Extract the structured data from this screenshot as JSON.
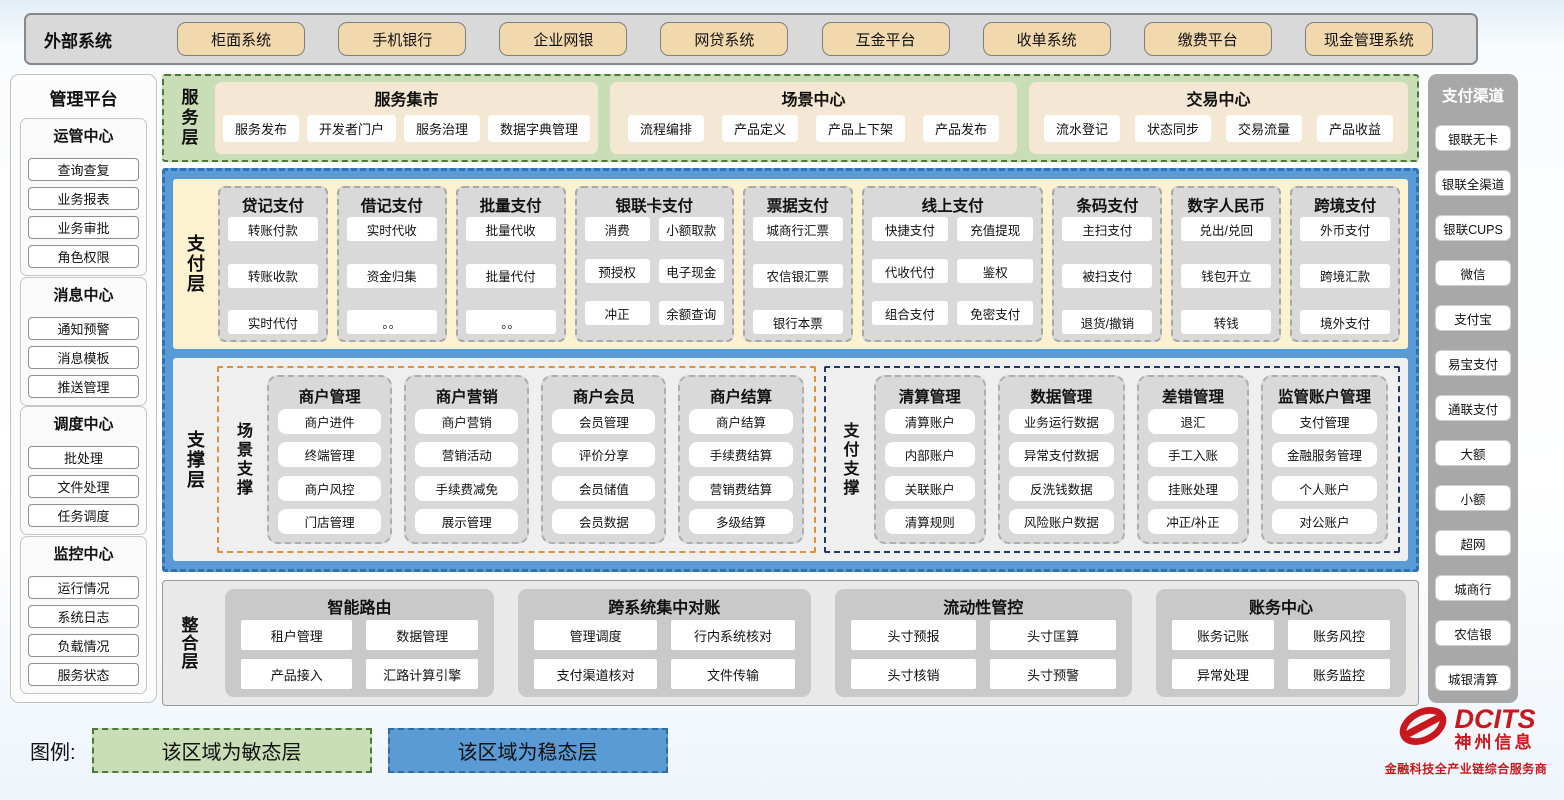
{
  "external": {
    "label": "外部系统",
    "items": [
      "柜面系统",
      "手机银行",
      "企业网银",
      "网贷系统",
      "互金平台",
      "收单系统",
      "缴费平台",
      "现金管理系统"
    ]
  },
  "mgmt": {
    "title": "管理平台",
    "sections": [
      {
        "title": "运管中心",
        "items": [
          "查询查复",
          "业务报表",
          "业务审批",
          "角色权限"
        ]
      },
      {
        "title": "消息中心",
        "items": [
          "通知预警",
          "消息模板",
          "推送管理"
        ]
      },
      {
        "title": "调度中心",
        "items": [
          "批处理",
          "文件处理",
          "任务调度"
        ]
      },
      {
        "title": "监控中心",
        "items": [
          "运行情况",
          "系统日志",
          "负载情况",
          "服务状态"
        ]
      }
    ]
  },
  "service": {
    "label": "服务层",
    "groups": [
      {
        "title": "服务集市",
        "items": [
          "服务发布",
          "开发者门户",
          "服务治理",
          "数据字典管理"
        ]
      },
      {
        "title": "场景中心",
        "items": [
          "流程编排",
          "产品定义",
          "产品上下架",
          "产品发布"
        ]
      },
      {
        "title": "交易中心",
        "items": [
          "流水登记",
          "状态同步",
          "交易流量",
          "产品收益"
        ]
      }
    ]
  },
  "payment": {
    "label": "支付层",
    "columns": [
      {
        "title": "贷记支付",
        "items": [
          "转账付款",
          "转账收款",
          "实时代付"
        ]
      },
      {
        "title": "借记支付",
        "items": [
          "实时代收",
          "资金归集",
          "。。"
        ]
      },
      {
        "title": "批量支付",
        "items": [
          "批量代收",
          "批量代付",
          "。。"
        ]
      },
      {
        "title": "银联卡支付",
        "items": [
          "消费",
          "小额取款",
          "预授权",
          "电子现金",
          "冲正",
          "余额查询"
        ]
      },
      {
        "title": "票据支付",
        "items": [
          "城商行汇票",
          "农信银汇票",
          "银行本票"
        ]
      },
      {
        "title": "线上支付",
        "items": [
          "快捷支付",
          "充值提现",
          "代收代付",
          "鉴权",
          "组合支付",
          "免密支付"
        ]
      },
      {
        "title": "条码支付",
        "items": [
          "主扫支付",
          "被扫支付",
          "退货/撤销"
        ]
      },
      {
        "title": "数字人民币",
        "items": [
          "兑出/兑回",
          "钱包开立",
          "转钱"
        ]
      },
      {
        "title": "跨境支付",
        "items": [
          "外币支付",
          "跨境汇款",
          "境外支付"
        ]
      }
    ]
  },
  "support": {
    "label": "支撑层",
    "scene": {
      "label": "场景支撑",
      "columns": [
        {
          "title": "商户管理",
          "items": [
            "商户进件",
            "终端管理",
            "商户风控",
            "门店管理"
          ]
        },
        {
          "title": "商户营销",
          "items": [
            "商户营销",
            "营销活动",
            "手续费减免",
            "展示管理"
          ]
        },
        {
          "title": "商户会员",
          "items": [
            "会员管理",
            "评价分享",
            "会员储值",
            "会员数据"
          ]
        },
        {
          "title": "商户结算",
          "items": [
            "商户结算",
            "手续费结算",
            "营销费结算",
            "多级结算"
          ]
        }
      ]
    },
    "pay": {
      "label": "支付支撑",
      "columns": [
        {
          "title": "清算管理",
          "items": [
            "清算账户",
            "内部账户",
            "关联账户",
            "清算规则"
          ]
        },
        {
          "title": "数据管理",
          "items": [
            "业务运行数据",
            "异常支付数据",
            "反洗钱数据",
            "风险账户数据"
          ]
        },
        {
          "title": "差错管理",
          "items": [
            "退汇",
            "手工入账",
            "挂账处理",
            "冲正/补正"
          ]
        },
        {
          "title": "监管账户管理",
          "items": [
            "支付管理",
            "金融服务管理",
            "个人账户",
            "对公账户"
          ]
        }
      ]
    }
  },
  "integration": {
    "label": "整合层",
    "groups": [
      {
        "title": "智能路由",
        "items": [
          "租户管理",
          "数据管理",
          "产品接入",
          "汇路计算引擎"
        ]
      },
      {
        "title": "跨系统集中对账",
        "items": [
          "管理调度",
          "行内系统核对",
          "支付渠道核对",
          "文件传输"
        ]
      },
      {
        "title": "流动性管控",
        "items": [
          "头寸预报",
          "头寸匡算",
          "头寸核销",
          "头寸预警"
        ]
      },
      {
        "title": "账务中心",
        "items": [
          "账务记账",
          "账务风控",
          "异常处理",
          "账务监控"
        ]
      }
    ]
  },
  "channels": {
    "title": "支付渠道",
    "items": [
      "银联无卡",
      "银联全渠道",
      "银联CUPS",
      "微信",
      "支付宝",
      "易宝支付",
      "通联支付",
      "大额",
      "小额",
      "超网",
      "城商行",
      "农信银",
      "城银清算"
    ]
  },
  "legend": {
    "label": "图例:",
    "agile": "该区域为敏态层",
    "stable": "该区域为稳态层"
  },
  "logo": {
    "brand": "DCITS",
    "company": "神州信息",
    "tagline": "金融科技全产业链综合服务商"
  },
  "colors": {
    "agile_green": "#c9ddb6",
    "stable_blue": "#5b9bd5",
    "tan_button": "#f2d9ad",
    "brand_red": "#c9171e"
  }
}
